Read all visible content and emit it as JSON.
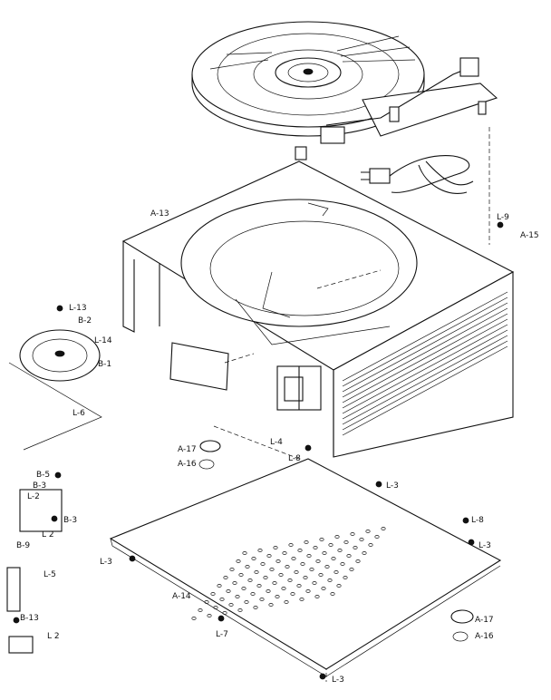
{
  "labels": {
    "A-13": "A-13",
    "L-9": "L-9",
    "A-15": "A-15",
    "L-13": "L-13",
    "B-2": "B-2",
    "L-14": "L-14",
    "B-1": "B-1",
    "L-6": "L-6",
    "L-4": "L-4",
    "L-8a": "L-8",
    "A-17a": "A-17",
    "A-16a": "A-16",
    "B-5": "B-5",
    "B-3a": "B-3",
    "L-2a": "L-2",
    "B-3b": "B-3",
    "L2": "L 2",
    "B-9": "B-9",
    "L-3a": "L-3",
    "L-8b": "L-8",
    "L-3b": "L-3",
    "L-3c": "L-3",
    "L-5": "L-5",
    "A-14": "A-14",
    "B-13": "B-13",
    "L 2b": "L 2",
    "L-7": "L-7",
    "A-17b": "A-17",
    "A-16b": "A-16",
    "L-3d": "L-3"
  }
}
